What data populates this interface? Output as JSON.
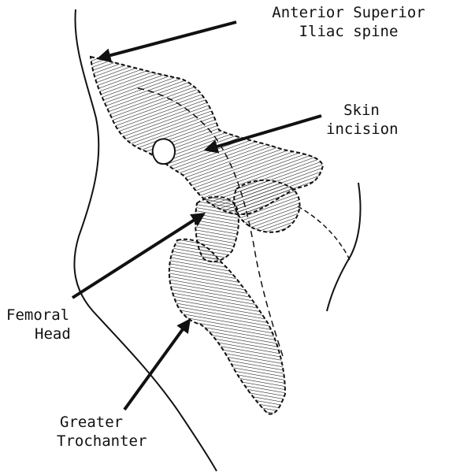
{
  "labels": {
    "asis": {
      "line1": "Anterior Superior",
      "line2": "Iliac spine"
    },
    "incision": {
      "line1": "Skin",
      "line2": "incision"
    },
    "femoral_head": {
      "line1": "Femoral",
      "line2": "Head"
    },
    "trochanter": {
      "line1": "Greater",
      "line2": "Trochanter"
    }
  },
  "colors": {
    "ink": "#111111",
    "paper": "#ffffff"
  }
}
